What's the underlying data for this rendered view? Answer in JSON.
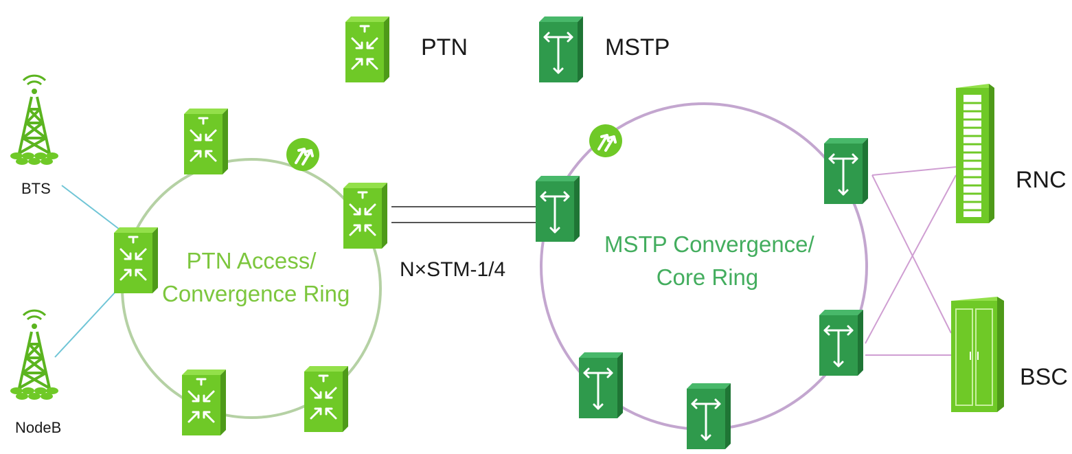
{
  "colors": {
    "ptn_light": "#93e04a",
    "ptn_mid": "#6fc927",
    "ptn_dark": "#4e9a19",
    "mstp_light": "#48b86a",
    "mstp_mid": "#2f9a4c",
    "mstp_dark": "#1f7535",
    "ptn_ring": "#b5d1a4",
    "mstp_ring": "#c3a6cf",
    "access_link": "#6fc5d6",
    "core_link": "#cf9ed2",
    "ring_text_ptn": "#7cc63d",
    "ring_text_mstp": "#43ad5e"
  },
  "legend": {
    "ptn_label": "PTN",
    "mstp_label": "MSTP"
  },
  "sites": {
    "bts": "BTS",
    "nodeb": "NodeB",
    "rnc": "RNC",
    "bsc": "BSC"
  },
  "rings": {
    "ptn_line1": "PTN Access/",
    "ptn_line2": "Convergence Ring",
    "mstp_line1": "MSTP Convergence/",
    "mstp_line2": "Core Ring"
  },
  "link": {
    "label": "N×STM-1/4"
  },
  "icons": [
    "antenna-tower-icon",
    "ptn-switch-icon",
    "mstp-switch-icon",
    "router-icon",
    "rnc-rack-icon",
    "bsc-cabinet-icon"
  ]
}
